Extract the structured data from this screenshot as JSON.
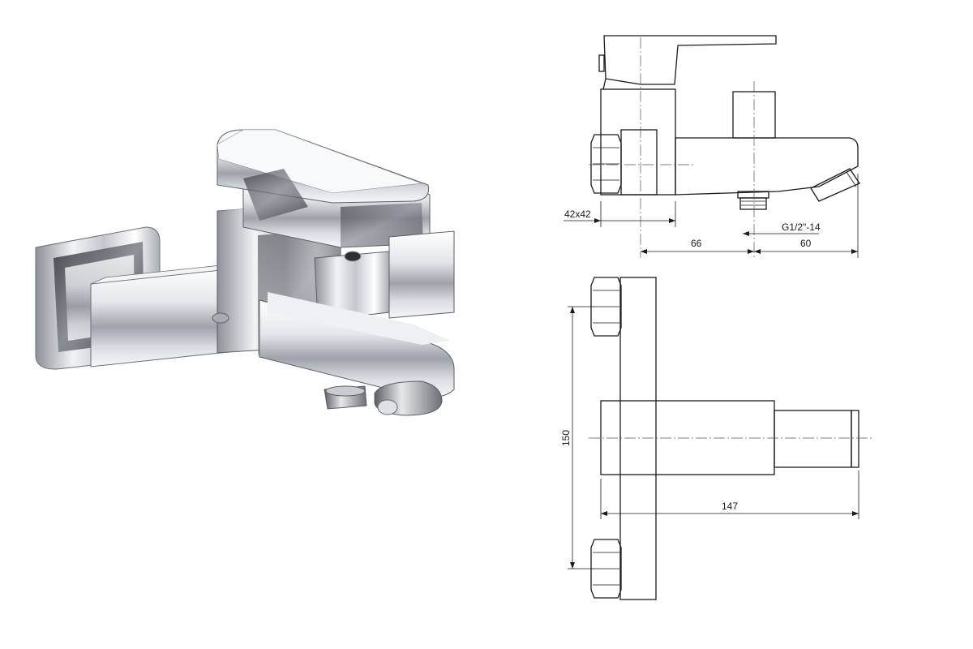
{
  "dimensions": {
    "width_label": "42x42",
    "thread_label": "G1/2\"-14",
    "spout_offset": "66",
    "spout_length": "60",
    "wall_span": "150",
    "total_depth": "147"
  },
  "colors": {
    "line": "#1a1a1a",
    "chrome_light": "#f4f5f7",
    "chrome_mid": "#b9bcc2",
    "chrome_dark": "#3a3d44"
  }
}
